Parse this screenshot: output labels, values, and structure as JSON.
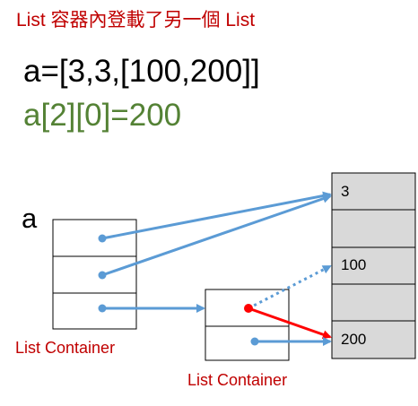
{
  "title": "List 容器內登載了另一個 List",
  "code": {
    "line1": "a=[3,3,[100,200]]",
    "line2": "a[2][0]=200"
  },
  "variable_name": "a",
  "containers": {
    "outer_label": "List Container",
    "inner_label": "List Container"
  },
  "memory_values": [
    "3",
    "",
    "100",
    "",
    "200"
  ],
  "colors": {
    "title": "#c00000",
    "code_green": "#548235",
    "arrow_blue": "#5b9bd5",
    "arrow_red": "#ff0000",
    "memory_fill": "#d9d9d9"
  }
}
